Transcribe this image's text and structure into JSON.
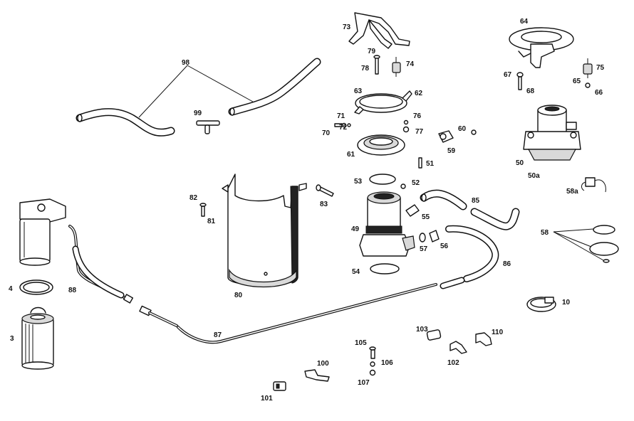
{
  "diagram": {
    "labels": {
      "l98": "98",
      "l99": "99",
      "l73": "73",
      "l79": "79",
      "l78": "78",
      "l74": "74",
      "l64": "64",
      "l67": "67",
      "l68": "68",
      "l75": "75",
      "l65": "65",
      "l66": "66",
      "l63": "63",
      "l62": "62",
      "l71": "71",
      "l70": "70",
      "l72": "72",
      "l76": "76",
      "l77": "77",
      "l60": "60",
      "l59": "59",
      "l61": "61",
      "l51": "51",
      "l50": "50",
      "l50a": "50a",
      "l58a": "58a",
      "l53": "53",
      "l52": "52",
      "l85": "85",
      "l82": "82",
      "l81": "81",
      "l83": "83",
      "l55": "55",
      "l49": "49",
      "l57": "57",
      "l56": "56",
      "l58": "58",
      "l54": "54",
      "l86": "86",
      "l80": "80",
      "l4": "4",
      "l88": "88",
      "l3": "3",
      "l10": "10",
      "l87": "87",
      "l103": "103",
      "l110": "110",
      "l105": "105",
      "l102": "102",
      "l100": "100",
      "l106": "106",
      "l107": "107",
      "l101": "101"
    }
  }
}
